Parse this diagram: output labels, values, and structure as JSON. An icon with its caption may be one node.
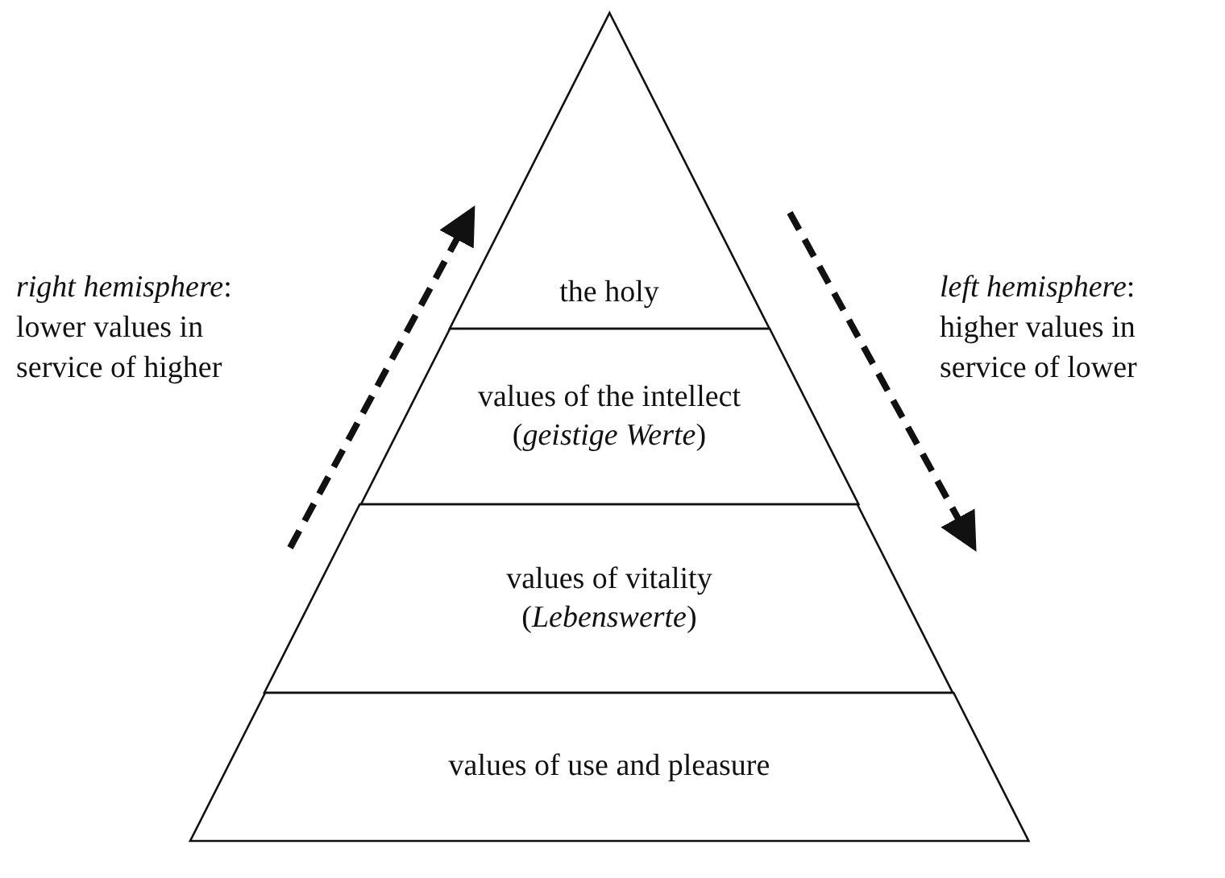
{
  "diagram": {
    "nodes": [
      {
        "text": [
          "the holy"
        ]
      },
      {
        "text": [
          "values of the intellect (*geistige Werte*)"
        ]
      },
      {
        "text": [
          "values of vitality (*Lebenswerte*)"
        ]
      },
      {
        "text": [
          "values of use and pleasure"
        ]
      }
    ],
    "labels": [
      "*right hemisphere*: lower values in service of higher",
      "*left hemisphere*: higher values in service of lower"
    ]
  }
}
